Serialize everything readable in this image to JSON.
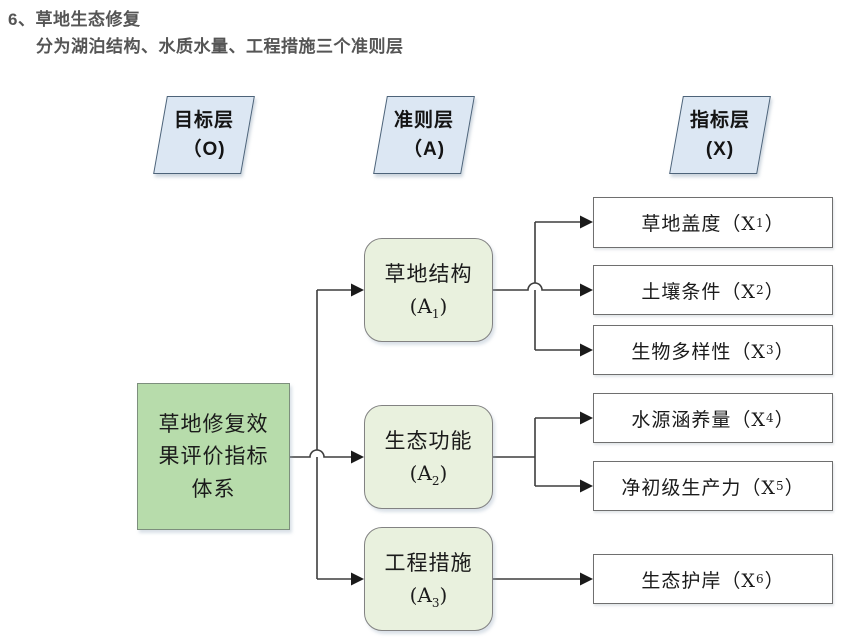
{
  "header": {
    "title": "6、草地生态修复",
    "subtitle": "分为湖泊结构、水质水量、工程措施三个准则层"
  },
  "layers": [
    {
      "name": "目标层",
      "code": "（O)"
    },
    {
      "name": "准则层",
      "code": "（A)"
    },
    {
      "name": "指标层",
      "code": "(X)"
    }
  ],
  "goal": {
    "lines": [
      "草地修复效",
      "果评价指标",
      "体系"
    ]
  },
  "criteria": [
    {
      "name": "草地结构",
      "code_pre": "(A",
      "sub": "1",
      "code_post": ")"
    },
    {
      "name": "生态功能",
      "code_pre": "(A",
      "sub": "2",
      "code_post": ")"
    },
    {
      "name": "工程措施",
      "code_pre": "(A",
      "sub": "3",
      "code_post": ")"
    }
  ],
  "indicators": [
    {
      "name": "草地盖度（X",
      "sub": "1",
      "close": "）"
    },
    {
      "name": "土壤条件（X",
      "sub": "2",
      "close": "）"
    },
    {
      "name": "生物多样性（X",
      "sub": "3",
      "close": "）"
    },
    {
      "name": "水源涵养量（X",
      "sub": "4",
      "close": "）"
    },
    {
      "name": "净初级生产力（X",
      "sub": "5",
      "close": "）"
    },
    {
      "name": "生态护岸（X",
      "sub": "6",
      "close": "）"
    }
  ],
  "edges": [
    "goal->A1",
    "goal->A2",
    "goal->A3",
    "A1->X1",
    "A1->X2",
    "A1->X3",
    "A2->X4",
    "A2->X5",
    "A3->X6"
  ],
  "palette": {
    "title_text": "#555555",
    "layer_fill": "#dce7f3",
    "layer_border": "#4d6379",
    "goal_fill": "#b7dcab",
    "criteria_fill": "#e9f1de",
    "box_border": "#7f7f7f",
    "indicator_fill": "#ffffff",
    "line": "#3d3d3d"
  }
}
